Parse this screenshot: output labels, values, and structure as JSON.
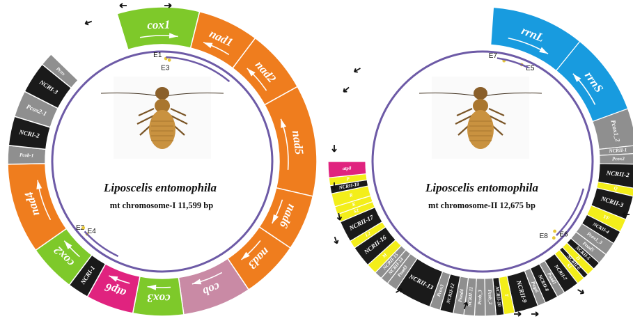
{
  "colors": {
    "orange": "#ef7d1e",
    "green": "#7ec92a",
    "magenta": "#e0237f",
    "mauve": "#c98aa5",
    "black": "#1a1a1a",
    "gray": "#8f8f8f",
    "yellow": "#f3ee1a",
    "blue": "#189bdf",
    "track": "#6d5aa6"
  },
  "left": {
    "title": "Liposcelis entomophila",
    "subtitle": "mt chromosome-I 11,599 bp",
    "segments": [
      {
        "label": "cox1",
        "color": "green"
      },
      {
        "label": "nad1",
        "color": "orange"
      },
      {
        "label": "nad2",
        "color": "orange"
      },
      {
        "label": "nad5",
        "color": "orange"
      },
      {
        "label": "nad6",
        "color": "orange"
      },
      {
        "label": "nad3",
        "color": "orange"
      },
      {
        "label": "cob",
        "color": "mauve"
      },
      {
        "label": "cox3",
        "color": "green"
      },
      {
        "label": "atp6",
        "color": "magenta"
      },
      {
        "label": "NCRI-1",
        "color": "black"
      },
      {
        "label": "cox2",
        "color": "green"
      },
      {
        "label": "nad4",
        "color": "orange"
      },
      {
        "label": "Pcob-1",
        "color": "gray"
      },
      {
        "label": "NCRI-2",
        "color": "black"
      },
      {
        "label": "Pcox2-1",
        "color": "gray"
      },
      {
        "label": "NCRI-3",
        "color": "black"
      },
      {
        "label": "Pcox",
        "color": "gray"
      }
    ],
    "markers": [
      "E1",
      "E3",
      "E2",
      "E4"
    ]
  },
  "right": {
    "title": "Liposcelis entomophila",
    "subtitle": "mt chromosome-II 12,675 bp",
    "segments": [
      {
        "label": "rrnL",
        "color": "blue"
      },
      {
        "label": "rrnS",
        "color": "blue"
      },
      {
        "label": "Pcox1_2",
        "color": "gray"
      },
      {
        "label": "NCRII-1",
        "color": "gray"
      },
      {
        "label": "Pcox2",
        "color": "gray"
      },
      {
        "label": "NCRII-2",
        "color": "black"
      },
      {
        "label": "Q",
        "color": "yellow"
      },
      {
        "label": "NCRII-3",
        "color": "black"
      },
      {
        "label": "YF",
        "color": "yellow"
      },
      {
        "label": "NCRII-4",
        "color": "black"
      },
      {
        "label": "Pcox1_3",
        "color": "gray"
      },
      {
        "label": "Pnad5",
        "color": "gray"
      },
      {
        "label": "NCRII-5",
        "color": "black"
      },
      {
        "label": "D",
        "color": "yellow"
      },
      {
        "label": "NCRII-6",
        "color": "black"
      },
      {
        "label": "S1",
        "color": "yellow"
      },
      {
        "label": "NCRII-7",
        "color": "black"
      },
      {
        "label": "Pnad1",
        "color": "gray"
      },
      {
        "label": "NCRII-8",
        "color": "black"
      },
      {
        "label": "Patp6",
        "color": "gray"
      },
      {
        "label": "NCRII-9",
        "color": "black"
      },
      {
        "label": "T",
        "color": "yellow"
      },
      {
        "label": "NCRII-10",
        "color": "black"
      },
      {
        "label": "Pcob_2",
        "color": "gray"
      },
      {
        "label": "Pcob_3",
        "color": "gray"
      },
      {
        "label": "NCRII-11",
        "color": "gray"
      },
      {
        "label": "Pnad4",
        "color": "gray"
      },
      {
        "label": "NCRII-12",
        "color": "black"
      },
      {
        "label": "Pcox3",
        "color": "gray"
      },
      {
        "label": "NCRII-13",
        "color": "black"
      },
      {
        "label": "Pnad3",
        "color": "gray"
      },
      {
        "label": "NCRII-14",
        "color": "gray"
      },
      {
        "label": "NCRII-15",
        "color": "gray"
      },
      {
        "label": "M",
        "color": "yellow"
      },
      {
        "label": "NCRII-16",
        "color": "black"
      },
      {
        "label": "L2",
        "color": "yellow"
      },
      {
        "label": "NCRII-17",
        "color": "black"
      },
      {
        "label": "S2",
        "color": "yellow"
      },
      {
        "label": "K",
        "color": "yellow"
      },
      {
        "label": "R",
        "color": "yellow"
      },
      {
        "label": "NCRII-18",
        "color": "black"
      },
      {
        "label": "P",
        "color": "yellow"
      },
      {
        "label": "atp8",
        "color": "magenta"
      }
    ],
    "markers": [
      "E7",
      "E5",
      "E6",
      "E8"
    ]
  }
}
